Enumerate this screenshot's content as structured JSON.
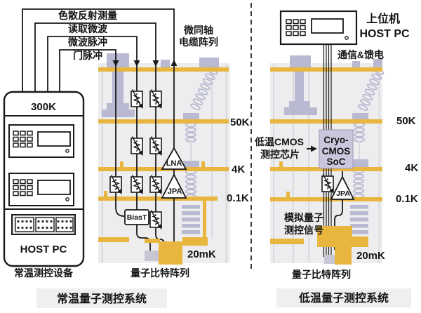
{
  "colors": {
    "plate_yellow": "#E8B63E",
    "lavender": "#B9B9D1",
    "cryostat_bg": "#EDEDEF",
    "soc_chip_bg": "#C9C7DC",
    "caption_bg": "#EFEFEF",
    "line_black": "#1A1A1A",
    "connector_gray": "#C7C7D4"
  },
  "left_system": {
    "signal_lines": [
      {
        "label": "色散反射测量"
      },
      {
        "label": "读取微波"
      },
      {
        "label": "微波脉冲"
      },
      {
        "label": "门脉冲"
      }
    ],
    "coax_label_line1": "微同轴",
    "coax_label_line2": "电缆阵列",
    "device": {
      "temp_label": "300K",
      "host_label": "HOST PC",
      "caption": "常温测控设备"
    },
    "stages": {
      "s50k": "50K",
      "s4k": "4K",
      "s01k": "0.1K",
      "s20mk": "20mK"
    },
    "components": {
      "lna": "LNA",
      "jpa": "JPA",
      "bias_t": "BiasT"
    },
    "qubit_caption": "量子比特阵列",
    "system_caption": "常温量子测控系统"
  },
  "right_system": {
    "host_label_line1": "上位机",
    "host_label_line2": "HOST PC",
    "comm_label": "通信&馈电",
    "cmos_label_line1": "低温CMOS",
    "cmos_label_line2": "测控芯片",
    "soc_chip": {
      "line1": "Cryo-",
      "line2": "CMOS",
      "line3": "SoC"
    },
    "components": {
      "jpa": "JPA"
    },
    "analog_label_line1": "模拟量子",
    "analog_label_line2": "测控信号",
    "stages": {
      "s50k": "50K",
      "s4k": "4K",
      "s01k": "0.1K",
      "s20mk": "20mK"
    },
    "qubit_caption": "量子比特阵列",
    "system_caption": "低温量子测控系统"
  }
}
